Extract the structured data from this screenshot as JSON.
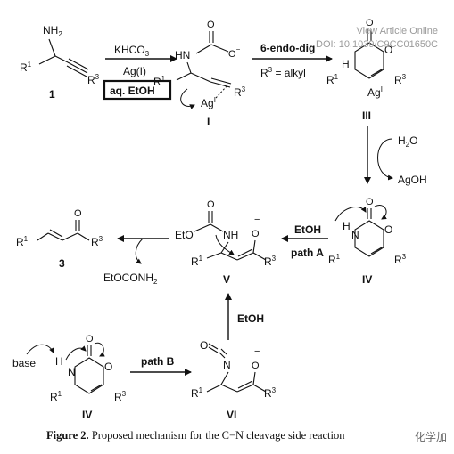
{
  "watermark": {
    "line1": "View Article Online",
    "line2": "DOI: 10.1039/C9CC01650C"
  },
  "reagents": {
    "khco3": "KHCO",
    "khco3_sub": "3",
    "ag": "Ag(I)",
    "aq_etoh": "aq. EtOH",
    "endo": "6-endo-dig",
    "r3_alkyl": "R = alkyl",
    "h2o": "H",
    "h2o_o": "O",
    "agoh": "AgOH",
    "etoh_a": "EtOH",
    "path_a": "path A",
    "etoh_v": "EtOH",
    "path_b": "path B",
    "base": "base",
    "etoconh2": "EtOCONH"
  },
  "labels": {
    "c1": "1",
    "cI": "I",
    "cIII": "III",
    "cIV": "IV",
    "cV": "V",
    "c3": "3",
    "cIV2": "IV",
    "cVI": "VI"
  },
  "atoms": {
    "nh2": "NH",
    "r1": "R",
    "r3": "R",
    "hn": "HN",
    "o": "O",
    "n": "N",
    "h": "H",
    "ag": "Ag",
    "i_sup": "I",
    "one": "1",
    "three": "3",
    "eto": "EtO",
    "nh": "NH",
    "minus": "−",
    "two": "2"
  },
  "caption": {
    "label": "Figure 2.",
    "text": " Proposed mechanism for the C−N cleavage side reaction"
  },
  "brand": "化学加"
}
